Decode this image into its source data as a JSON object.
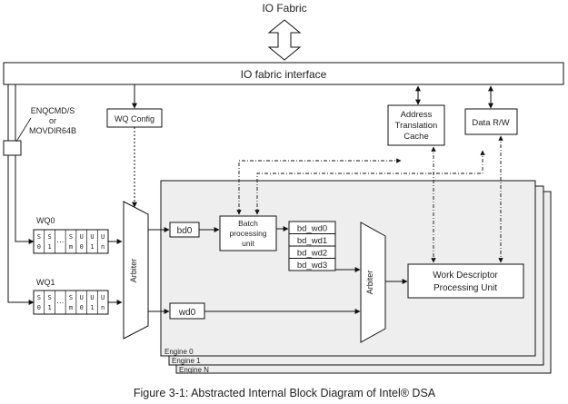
{
  "labels": {
    "io_fabric": "IO Fabric",
    "io_fabric_interface": "IO fabric interface",
    "enqcmd": "ENQCMD/S",
    "or": "or",
    "movdir": "MOVDIR64B",
    "wq_config": "WQ Config",
    "atc_line1": "Address",
    "atc_line2": "Translation",
    "atc_line3": "Cache",
    "data_rw": "Data R/W",
    "wq0": "WQ0",
    "wq1": "WQ1",
    "arbiter_left": "Arbiter",
    "arbiter_right": "Arbiter",
    "bd0": "bd0",
    "wd0": "wd0",
    "batch_line1": "Batch",
    "batch_line2": "processing",
    "batch_line3": "unit",
    "bd_wd": [
      "bd_wd0",
      "bd_wd1",
      "bd_wd2",
      "bd_wd3"
    ],
    "wdpu_line1": "Work Descriptor",
    "wdpu_line2": "Processing Unit",
    "engine0": "Engine 0",
    "engine1": "Engine 1",
    "engineN": "Engine N",
    "caption": "Figure 3-1: Abstracted Internal Block Diagram of Intel® DSA"
  },
  "queue_slots": {
    "top": [
      "S",
      "S",
      "",
      "S",
      "U",
      "U",
      "U"
    ],
    "bottom": [
      "0",
      "1",
      "",
      "m",
      "0",
      "1",
      "n"
    ]
  },
  "colors": {
    "engine_fill": "#eeeeee",
    "line": "#111111",
    "text": "#222222"
  }
}
